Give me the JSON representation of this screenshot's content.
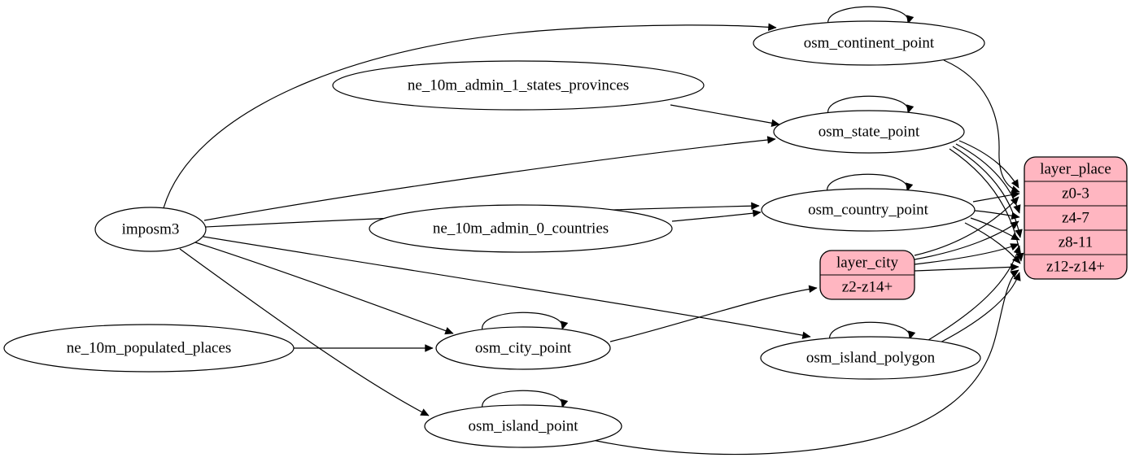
{
  "diagram_type": "etl-graph",
  "colors": {
    "layer_node_fill": "#ffb6c1",
    "table_node_fill": "#ffffff",
    "edge_color": "#000000",
    "background": "#ffffff"
  },
  "nodes": {
    "imposm3": "imposm3",
    "ne_10m_admin_1_states_provinces": "ne_10m_admin_1_states_provinces",
    "ne_10m_admin_0_countries": "ne_10m_admin_0_countries",
    "ne_10m_populated_places": "ne_10m_populated_places",
    "osm_continent_point": "osm_continent_point",
    "osm_state_point": "osm_state_point",
    "osm_country_point": "osm_country_point",
    "osm_city_point": "osm_city_point",
    "osm_island_polygon": "osm_island_polygon",
    "osm_island_point": "osm_island_point"
  },
  "layer_city": {
    "title": "layer_city",
    "rows": [
      "z2-z14+"
    ]
  },
  "layer_place": {
    "title": "layer_place",
    "rows": [
      "z0-3",
      "z4-7",
      "z8-11",
      "z12-z14+"
    ]
  },
  "edges": [
    {
      "from": "imposm3",
      "to": "osm_continent_point"
    },
    {
      "from": "imposm3",
      "to": "osm_state_point"
    },
    {
      "from": "imposm3",
      "to": "osm_country_point"
    },
    {
      "from": "imposm3",
      "to": "osm_city_point"
    },
    {
      "from": "imposm3",
      "to": "osm_island_polygon"
    },
    {
      "from": "imposm3",
      "to": "osm_island_point"
    },
    {
      "from": "ne_10m_admin_1_states_provinces",
      "to": "osm_state_point"
    },
    {
      "from": "ne_10m_admin_0_countries",
      "to": "osm_country_point"
    },
    {
      "from": "ne_10m_populated_places",
      "to": "osm_city_point"
    },
    {
      "from": "osm_continent_point",
      "to": "osm_continent_point",
      "self_loop": true
    },
    {
      "from": "osm_state_point",
      "to": "osm_state_point",
      "self_loop": true
    },
    {
      "from": "osm_country_point",
      "to": "osm_country_point",
      "self_loop": true
    },
    {
      "from": "osm_city_point",
      "to": "osm_city_point",
      "self_loop": true
    },
    {
      "from": "osm_island_polygon",
      "to": "osm_island_polygon",
      "self_loop": true
    },
    {
      "from": "osm_island_point",
      "to": "osm_island_point",
      "self_loop": true
    },
    {
      "from": "osm_continent_point",
      "to": "layer_place",
      "port": "z0-3"
    },
    {
      "from": "osm_country_point",
      "to": "layer_place",
      "port": "z0-3"
    },
    {
      "from": "osm_country_point",
      "to": "layer_place",
      "port": "z4-7"
    },
    {
      "from": "osm_country_point",
      "to": "layer_place",
      "port": "z8-11"
    },
    {
      "from": "osm_country_point",
      "to": "layer_place",
      "port": "z12-z14+"
    },
    {
      "from": "osm_state_point",
      "to": "layer_place",
      "port": "z0-3"
    },
    {
      "from": "osm_state_point",
      "to": "layer_place",
      "port": "z4-7"
    },
    {
      "from": "osm_state_point",
      "to": "layer_place",
      "port": "z8-11"
    },
    {
      "from": "osm_state_point",
      "to": "layer_place",
      "port": "z12-z14+"
    },
    {
      "from": "osm_city_point",
      "to": "layer_city",
      "port": "z2-z14+"
    },
    {
      "from": "layer_city",
      "to": "layer_place",
      "port": "z0-3"
    },
    {
      "from": "layer_city",
      "to": "layer_place",
      "port": "z4-7"
    },
    {
      "from": "layer_city",
      "to": "layer_place",
      "port": "z8-11"
    },
    {
      "from": "layer_city",
      "to": "layer_place",
      "port": "z12-z14+"
    },
    {
      "from": "osm_island_polygon",
      "to": "layer_place",
      "port": "z8-11"
    },
    {
      "from": "osm_island_polygon",
      "to": "layer_place",
      "port": "z12-z14+"
    },
    {
      "from": "osm_island_point",
      "to": "layer_place",
      "port": "z12-z14+"
    }
  ]
}
